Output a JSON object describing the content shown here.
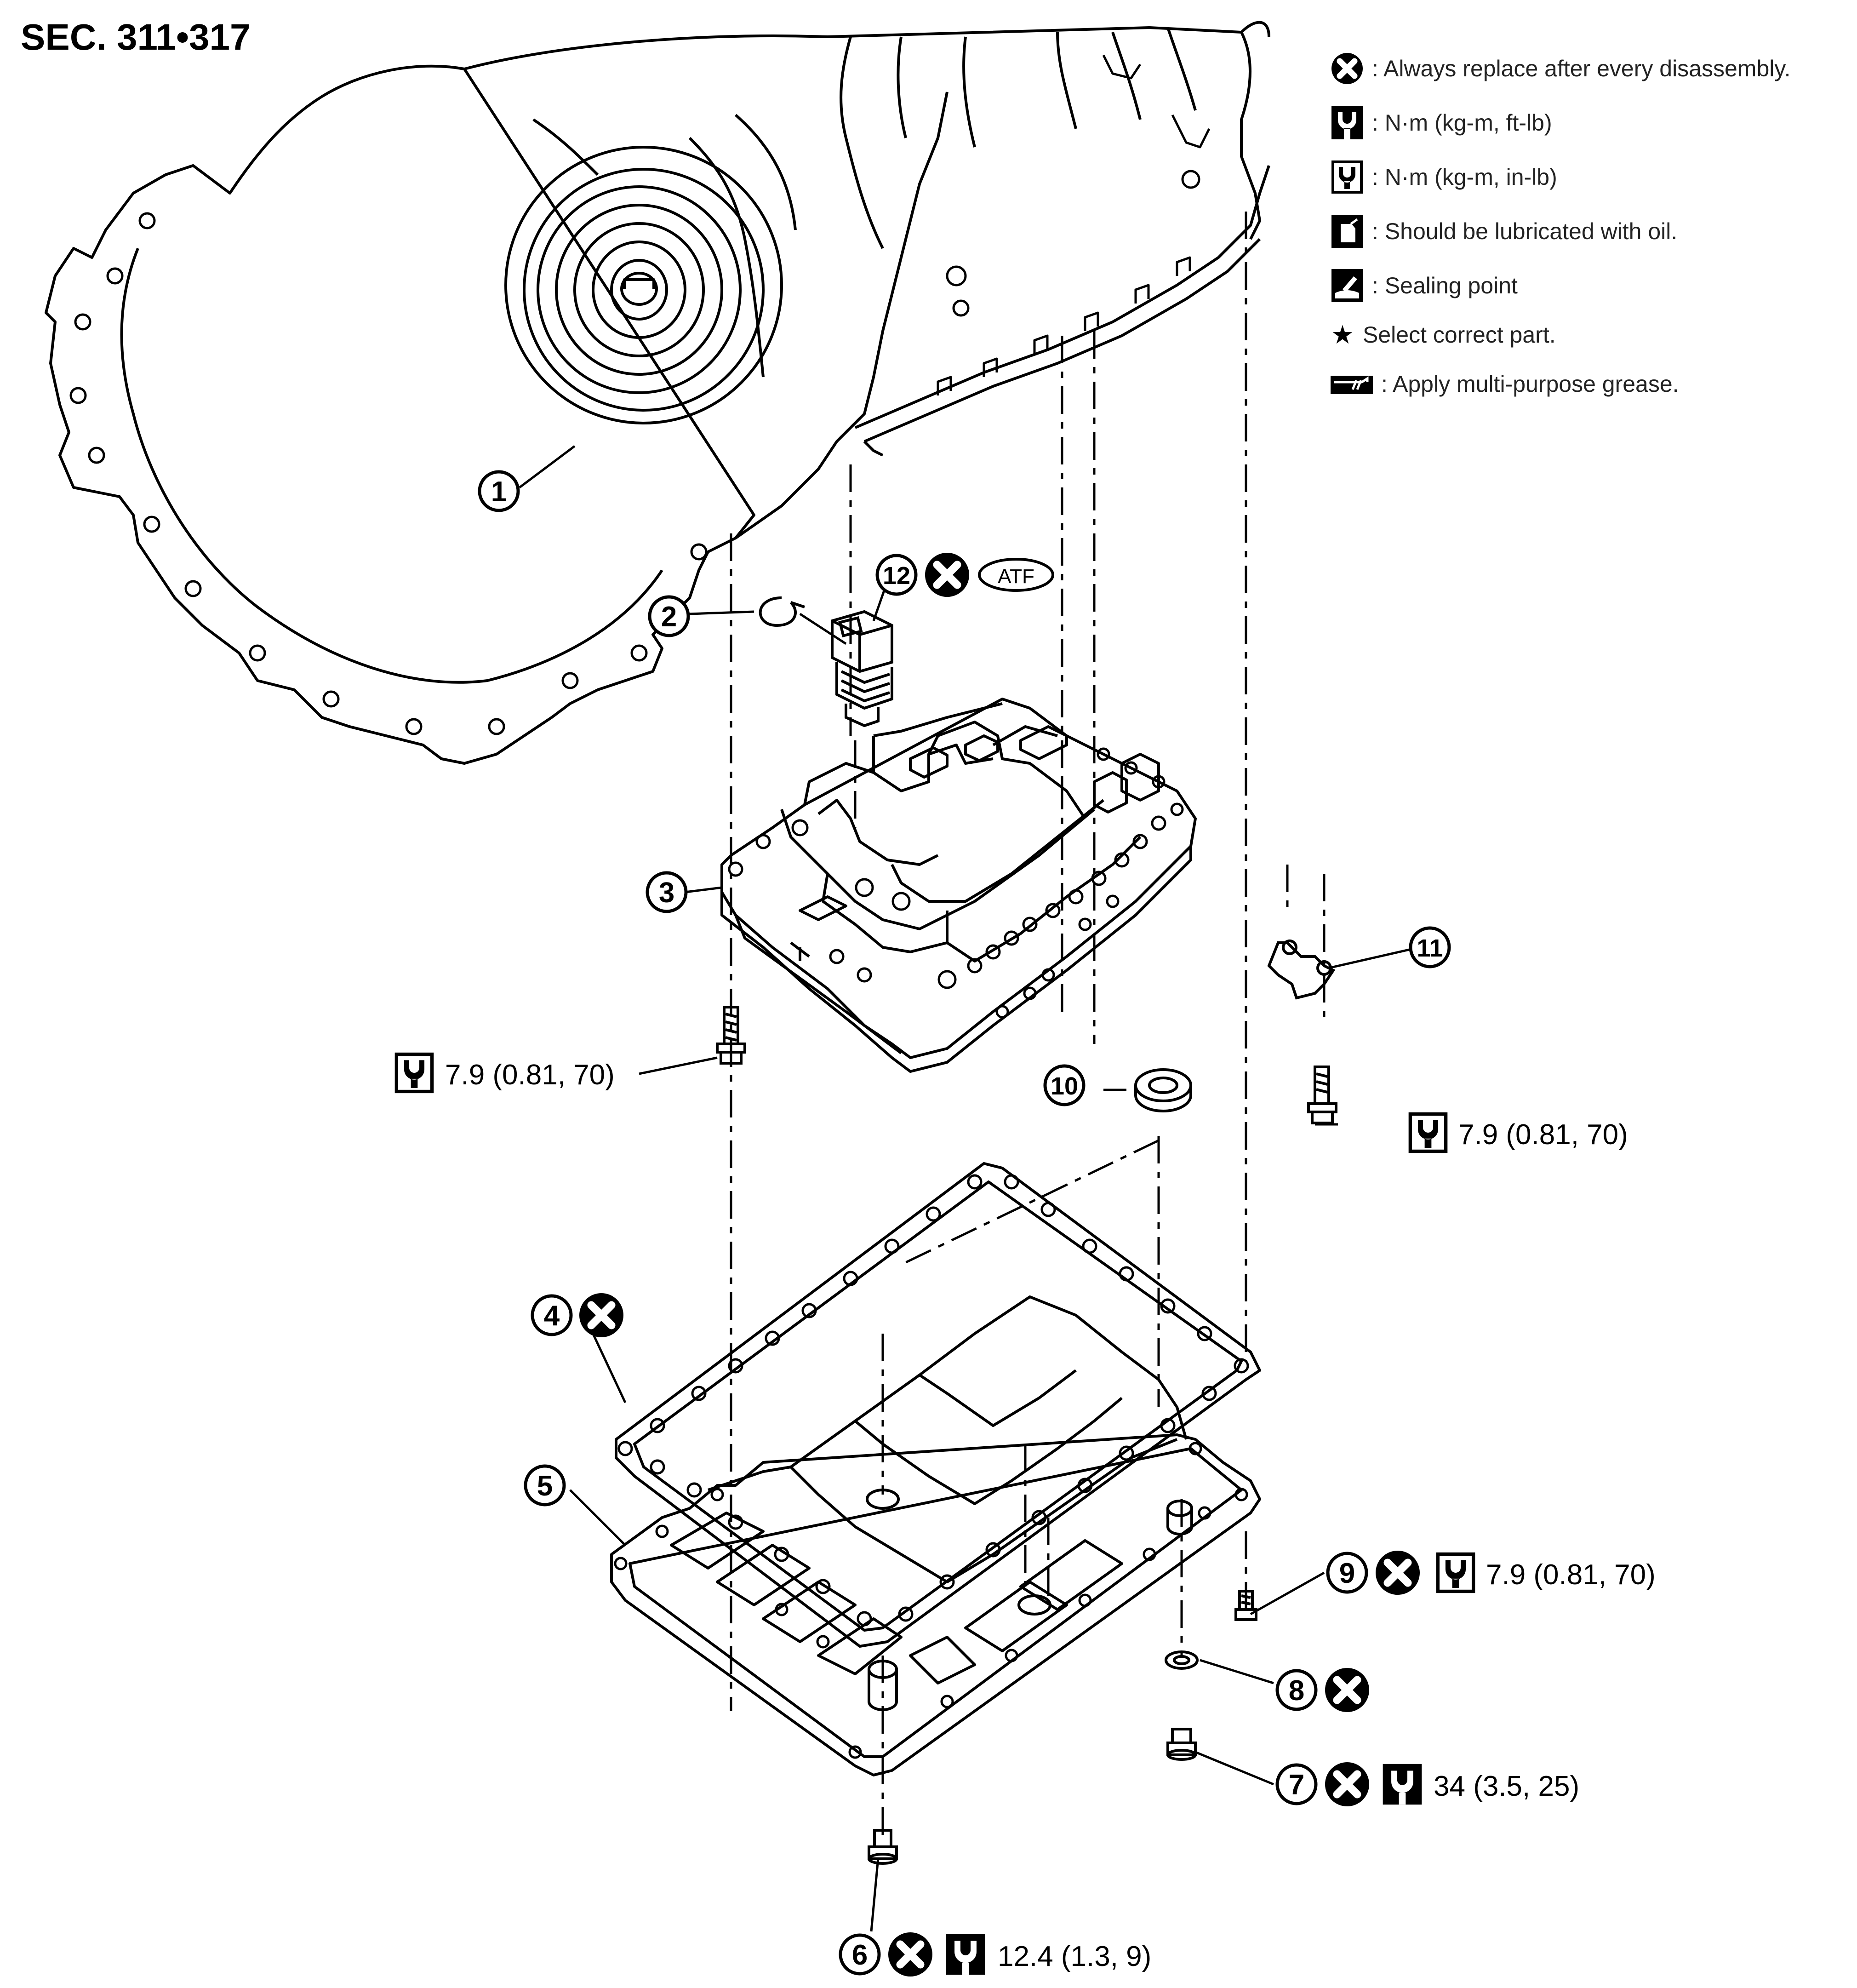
{
  "section_title": "SEC. 311•317",
  "legend": [
    {
      "icon": "replace-icon",
      "text": ": Always replace after every disassembly."
    },
    {
      "icon": "torque-ft-lb-icon",
      "text": ": N·m (kg-m, ft-lb)"
    },
    {
      "icon": "torque-in-lb-icon",
      "text": ": N·m (kg-m, in-lb)"
    },
    {
      "icon": "oil-can-icon",
      "text": ": Should be lubricated with oil."
    },
    {
      "icon": "sealing-point-icon",
      "text": ": Sealing point"
    },
    {
      "icon": "star-icon",
      "symbol": "★",
      "text": "Select correct part."
    },
    {
      "icon": "grease-icon",
      "text": ": Apply multi-purpose grease."
    }
  ],
  "atf_label": "ATF",
  "parts": {
    "p1": "1",
    "p2": "2",
    "p3": "3",
    "p4": "4",
    "p5": "5",
    "p6": "6",
    "p7": "7",
    "p8": "8",
    "p9": "9",
    "p10": "10",
    "p11": "11",
    "p12": "12"
  },
  "torques": {
    "valve_body_bolt": "7.9 (0.81, 70)",
    "bracket_bolt": "7.9 (0.81, 70)",
    "pan_bolt": "7.9 (0.81, 70)",
    "drain_plug_side": "34 (3.5, 25)",
    "drain_plug_bottom": "12.4 (1.3, 9)"
  },
  "colors": {
    "ink": "#000000",
    "legend_text": "#222222",
    "background": "#ffffff"
  }
}
